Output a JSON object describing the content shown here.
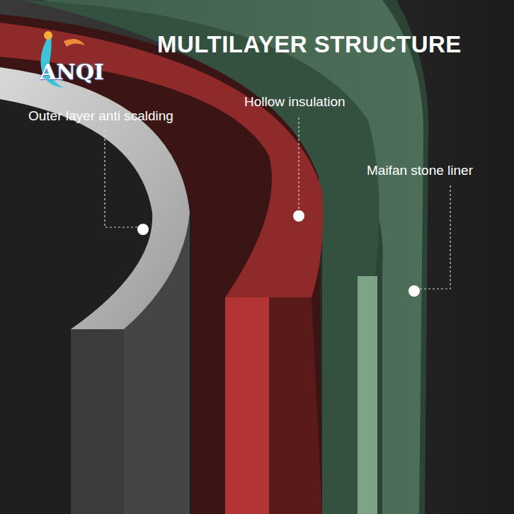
{
  "diagram": {
    "title": "MULTILAYER STRUCTURE",
    "labels": [
      "ANQI",
      "Outer layer anti scalding",
      "Hollow insulation",
      "Maifan stone liner"
    ]
  }
}
